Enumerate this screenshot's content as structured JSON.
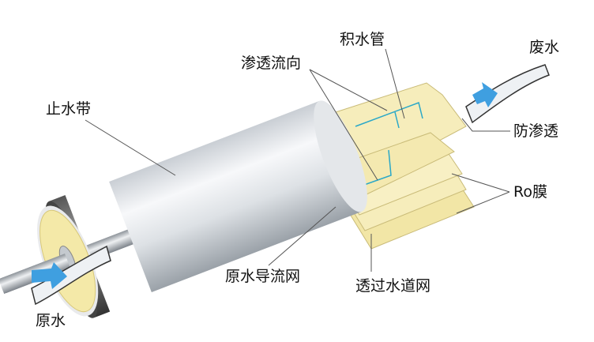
{
  "labels": {
    "collection_tube": "积水管",
    "permeate_flow": "渗透流向",
    "waste_water": "废水",
    "brine_seal": "止水带",
    "anti_leak": "防渗透",
    "ro_membrane": "Ro膜",
    "feed_spacer": "原水导流网",
    "permeate_carrier": "透过水道网",
    "raw_water": "原水"
  },
  "colors": {
    "membrane": "#f5ecb8",
    "shell": "#d9dde2",
    "flow_arrow": "#3f9fe0",
    "permeate_line": "#2aa8c8"
  }
}
